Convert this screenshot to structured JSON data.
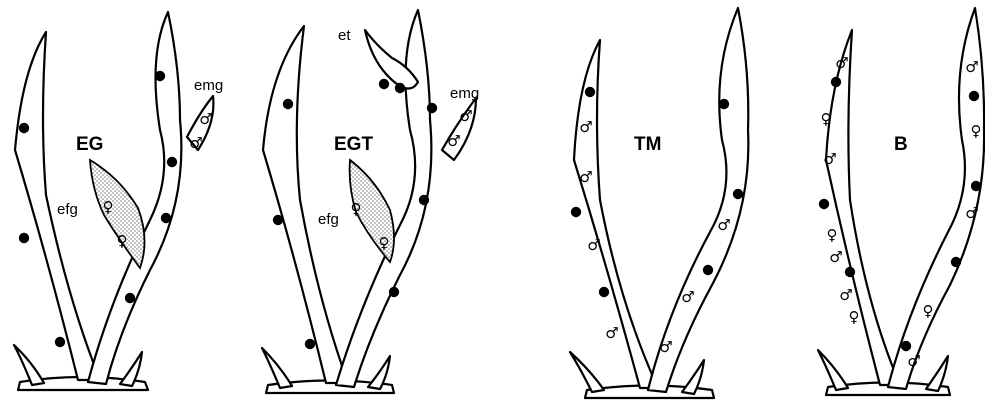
{
  "panels": [
    {
      "label": "EG",
      "callouts": [
        "emg",
        "efg"
      ]
    },
    {
      "label": "EGT",
      "callouts": [
        "et",
        "emg",
        "efg"
      ]
    },
    {
      "label": "TM",
      "callouts": []
    },
    {
      "label": "B",
      "callouts": []
    }
  ],
  "symbols": {
    "male": "♂",
    "female": "♀"
  },
  "colors": {
    "ink": "#000000",
    "paper": "#ffffff",
    "stipple": "#9a9a9a"
  }
}
